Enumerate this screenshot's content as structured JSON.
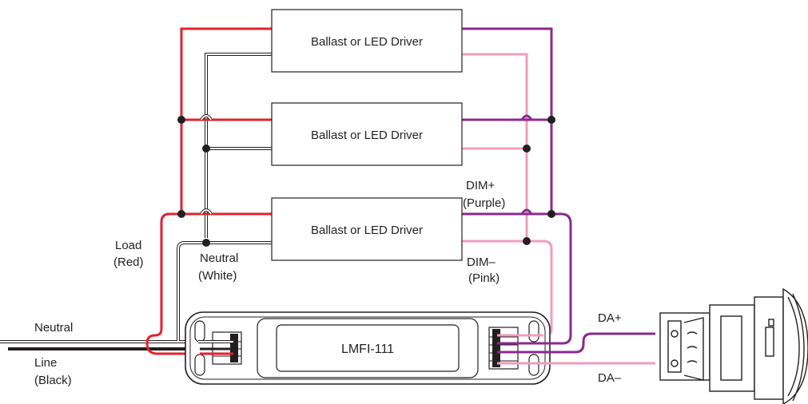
{
  "drivers": [
    {
      "label": "Ballast or LED Driver"
    },
    {
      "label": "Ballast or LED Driver"
    },
    {
      "label": "Ballast or LED Driver"
    }
  ],
  "device": {
    "label": "LMFI-111"
  },
  "labels": {
    "dim_plus": "DIM+",
    "dim_plus_color": "(Purple)",
    "dim_minus": "DIM–",
    "dim_minus_color": "(Pink)",
    "load": "Load",
    "load_color": "(Red)",
    "neutral_mid": "Neutral",
    "neutral_mid_color": "(White)",
    "neutral_in": "Neutral",
    "line_in": "Line",
    "line_in_color": "(Black)",
    "da_plus": "DA+",
    "da_minus": "DA–"
  },
  "wire_colors": {
    "load_red": "#e2222e",
    "neutral_white": "#ffffff",
    "neutral_outline": "#231f20",
    "line_black": "#231f20",
    "dim_plus_purple": "#8b2a8e",
    "dim_minus_pink": "#f19cbf"
  }
}
